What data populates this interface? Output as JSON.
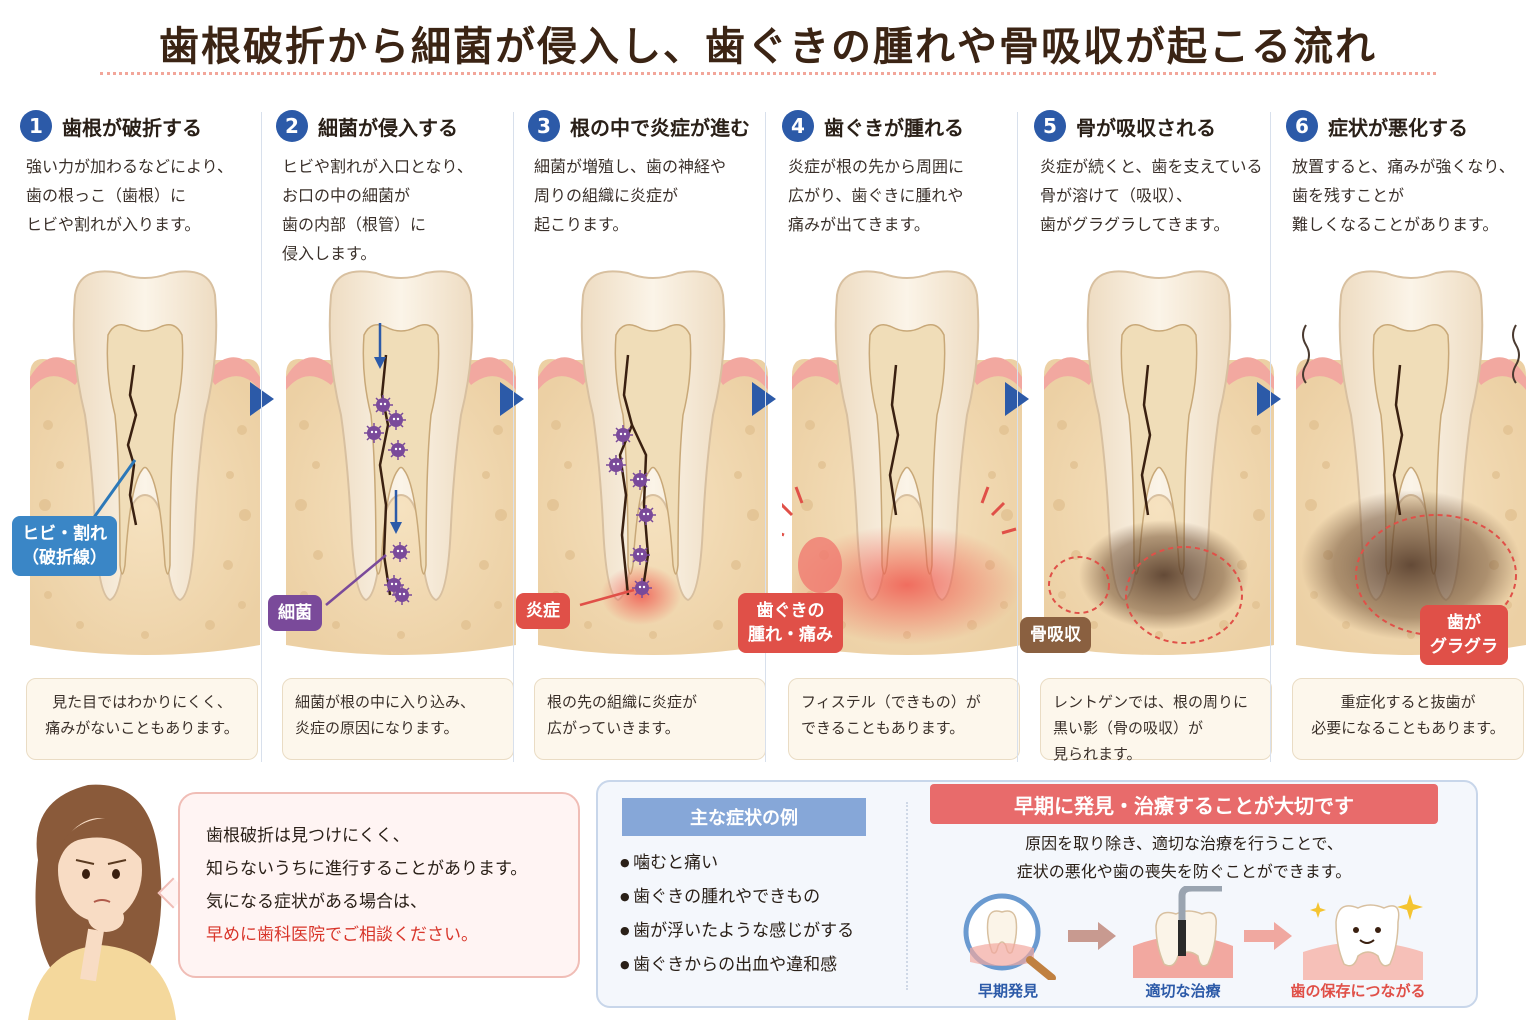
{
  "title": "歯根破折から細菌が侵入し、歯ぐきの腫れや骨吸収が起こる流れ",
  "steps": [
    {
      "num": "1",
      "title": "歯根が破折する",
      "desc": "強い力が加わるなどにより、\n歯の根っこ（歯根）に\nヒビや割れが入ります。",
      "label": "ヒビ・割れ\n（破折線）",
      "note": "見た目ではわかりにくく、\n痛みがないこともあります。"
    },
    {
      "num": "2",
      "title": "細菌が侵入する",
      "desc": "ヒビや割れが入口となり、\nお口の中の細菌が\n歯の内部（根管）に\n侵入します。",
      "label": "細菌",
      "note": "細菌が根の中に入り込み、\n炎症の原因になります。"
    },
    {
      "num": "3",
      "title": "根の中で炎症が進む",
      "desc": "細菌が増殖し、歯の神経や\n周りの組織に炎症が\n起こります。",
      "label": "炎症",
      "note": "根の先の組織に炎症が\n広がっていきます。"
    },
    {
      "num": "4",
      "title": "歯ぐきが腫れる",
      "desc": "炎症が根の先から周囲に\n広がり、歯ぐきに腫れや\n痛みが出てきます。",
      "label": "歯ぐきの\n腫れ・痛み",
      "note": "フィステル（できもの）が\nできることもあります。"
    },
    {
      "num": "5",
      "title": "骨が吸収される",
      "desc": "炎症が続くと、歯を支えている\n骨が溶けて（吸収）、\n歯がグラグラしてきます。",
      "label": "骨吸収",
      "note": "レントゲンでは、根の周りに\n黒い影（骨の吸収）が\n見られます。"
    },
    {
      "num": "6",
      "title": "症状が悪化する",
      "desc": "放置すると、痛みが強くなり、\n歯を残すことが\n難しくなることがあります。",
      "label": "歯が\nグラグラ",
      "note": "重症化すると抜歯が\n必要になることもあります。"
    }
  ],
  "speech": {
    "line1": "歯根破折は見つけにくく、",
    "line2": "知らないうちに進行することがあります。",
    "line3": "気になる症状がある場合は、",
    "line4": "早めに歯科医院でご相談ください。"
  },
  "symptoms": {
    "heading": "主な症状の例",
    "items": [
      "噛むと痛い",
      "歯ぐきの腫れやできもの",
      "歯が浮いたような感じがする",
      "歯ぐきからの出血や違和感"
    ]
  },
  "early": {
    "heading": "早期に発見・治療することが大切です",
    "desc": "原因を取り除き、適切な治療を行うことで、\n症状の悪化や歯の喪失を防ぐことができます。",
    "flow": [
      "早期発見",
      "適切な治療",
      "歯の保存につながる"
    ]
  },
  "colors": {
    "accent_blue": "#2c5aa8",
    "bacteria_purple": "#7a4a9a",
    "inflammation_red": "#e05048",
    "bone_brown": "#8a6040"
  }
}
